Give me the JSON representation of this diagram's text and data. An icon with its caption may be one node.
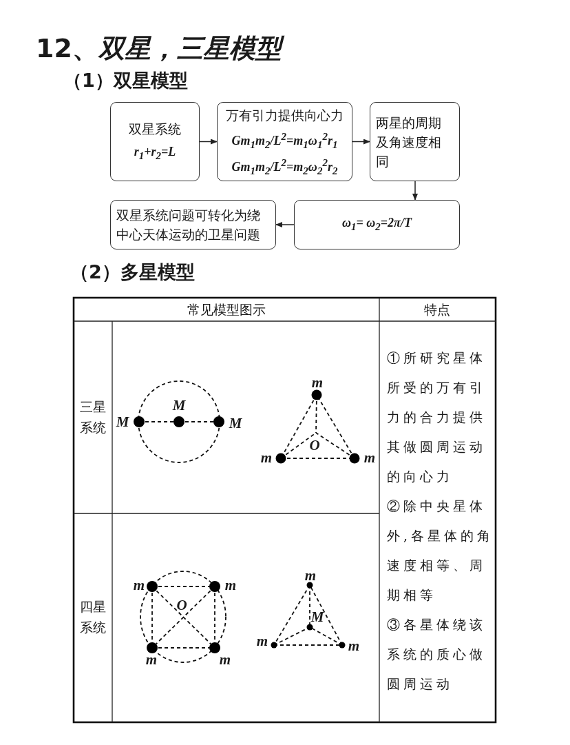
{
  "diagram": {
    "title": "12、*双星，三星模型*",
    "nodes": [
      {
        "text": [
          "双星系统",
          "r$_{1}$+r$_{2}$=L"
        ]
      },
      {
        "text": [
          "万有引力提供向心力",
          "Gm$_{1}$m$_{2}$/L$^{2}$=m$_{1}$ω$_{1}$$^{2}$r$_{1}$",
          "Gm$_{1}$m$_{2}$/L$^{2}$=m$_{2}$ω$_{2}$$^{2}$r$_{2}$"
        ]
      },
      {
        "text": [
          "两星的周期及角速度相同"
        ]
      },
      {
        "text": [
          "ω$_{1}$= ω$_{2}$=2π/T"
        ]
      },
      {
        "text": [
          "双星系统问题可转化为绕中心天体运动的卫星问题"
        ]
      }
    ],
    "edges": [
      {
        "from": 0,
        "to": 1,
        "arrow": "to"
      },
      {
        "from": 1,
        "to": 2,
        "arrow": "to"
      },
      {
        "from": 2,
        "to": 3,
        "arrow": "to"
      },
      {
        "from": 3,
        "to": 4,
        "arrow": "to"
      }
    ],
    "labels": [
      "（1）双星模型",
      "（2）多星模型",
      "常见模型图示",
      "特点",
      "三星系统",
      "M",
      "M",
      "M",
      "m",
      "O",
      "m",
      "m",
      "①所研究星体所受的万有引力的合力提供其做圆周运动的向心力",
      "②除中央星体外,各星体的角速度相等、周期相等",
      "③各星体绕该系统的质心做圆周运动",
      "四星系统",
      "m",
      "m",
      "O",
      "m",
      "m",
      "m",
      "M",
      "m",
      "m"
    ]
  }
}
